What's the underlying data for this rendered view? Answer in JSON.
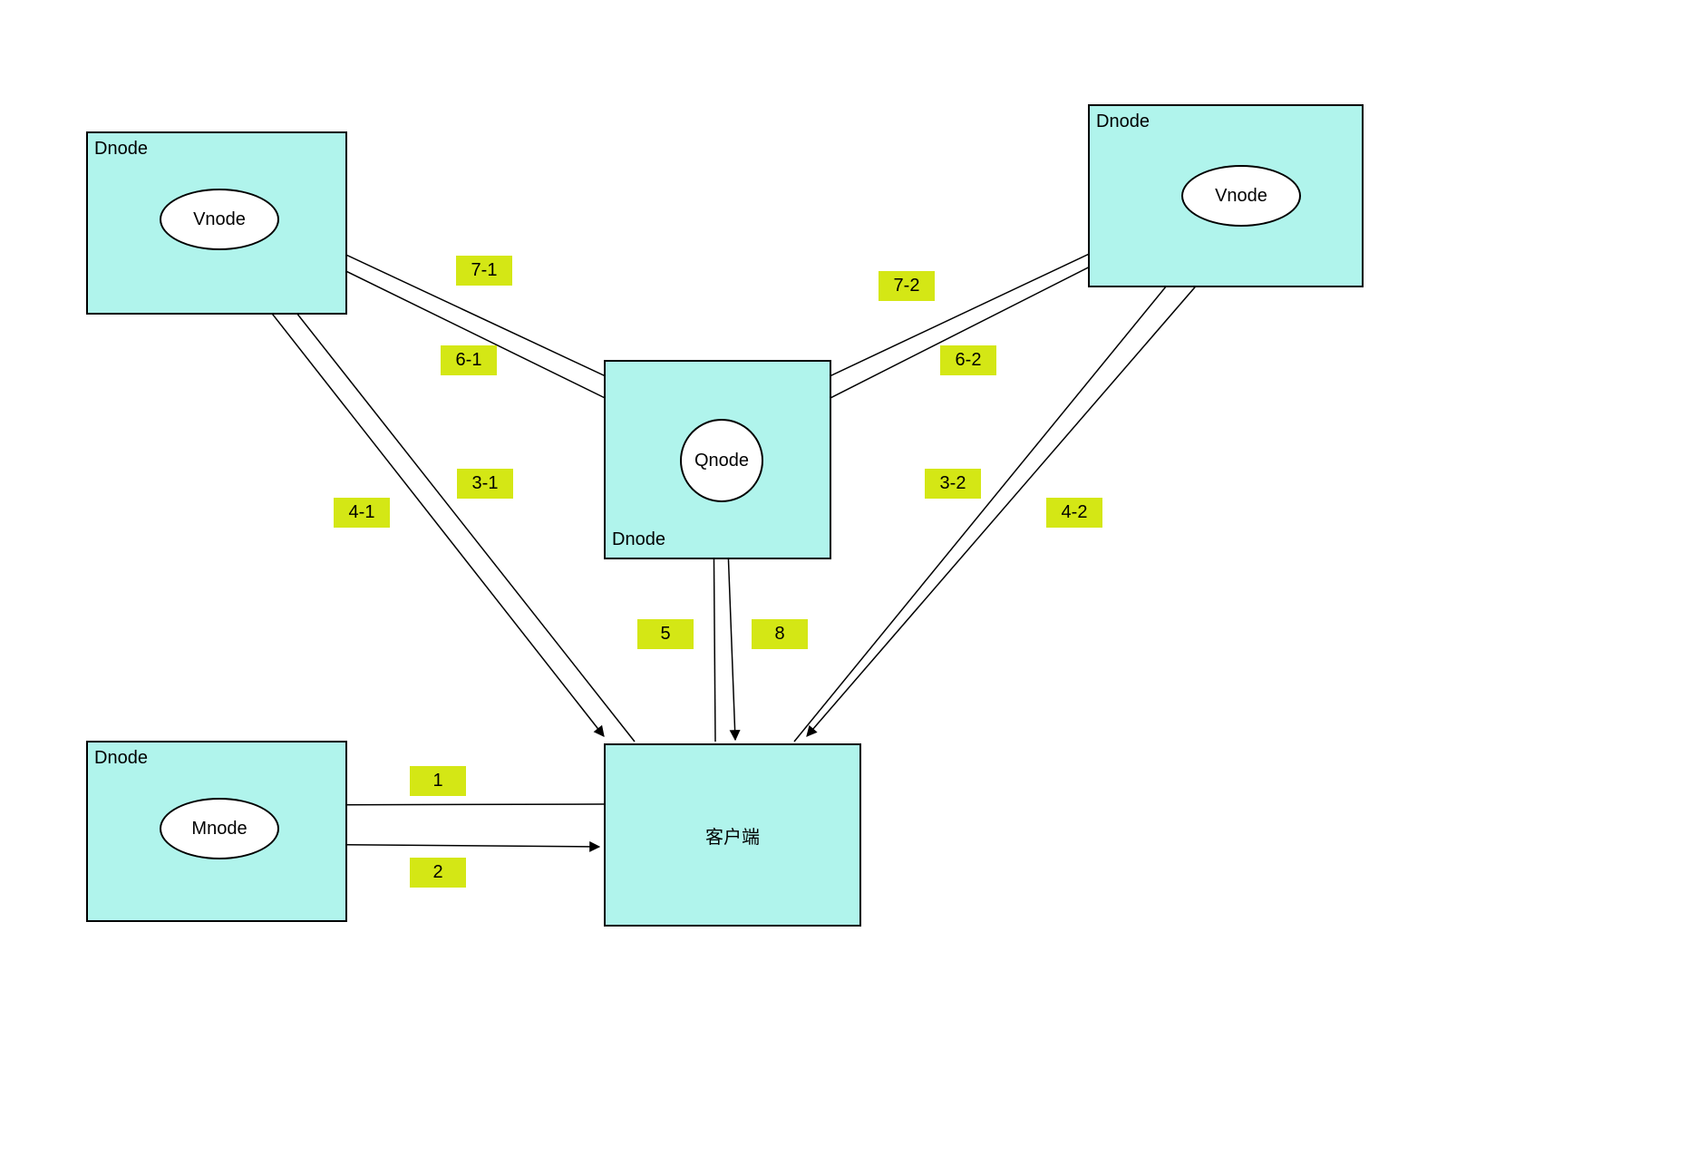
{
  "boxes": {
    "dnode_top_left": {
      "label": "Dnode",
      "node": "Vnode"
    },
    "dnode_top_right": {
      "label": "Dnode",
      "node": "Vnode"
    },
    "dnode_center": {
      "label": "Dnode",
      "node": "Qnode"
    },
    "dnode_bottom_left": {
      "label": "Dnode",
      "node": "Mnode"
    },
    "client": {
      "label": "客户端"
    }
  },
  "edge_labels": {
    "e1": "1",
    "e2": "2",
    "e3_1": "3-1",
    "e4_1": "4-1",
    "e3_2": "3-2",
    "e4_2": "4-2",
    "e5": "5",
    "e8": "8",
    "e6_1": "6-1",
    "e7_1": "7-1",
    "e6_2": "6-2",
    "e7_2": "7-2"
  },
  "colors": {
    "box_fill": "#b0f4ec",
    "edge_label_fill": "#d4e715",
    "node_fill": "#ffffff",
    "stroke": "#000000"
  }
}
